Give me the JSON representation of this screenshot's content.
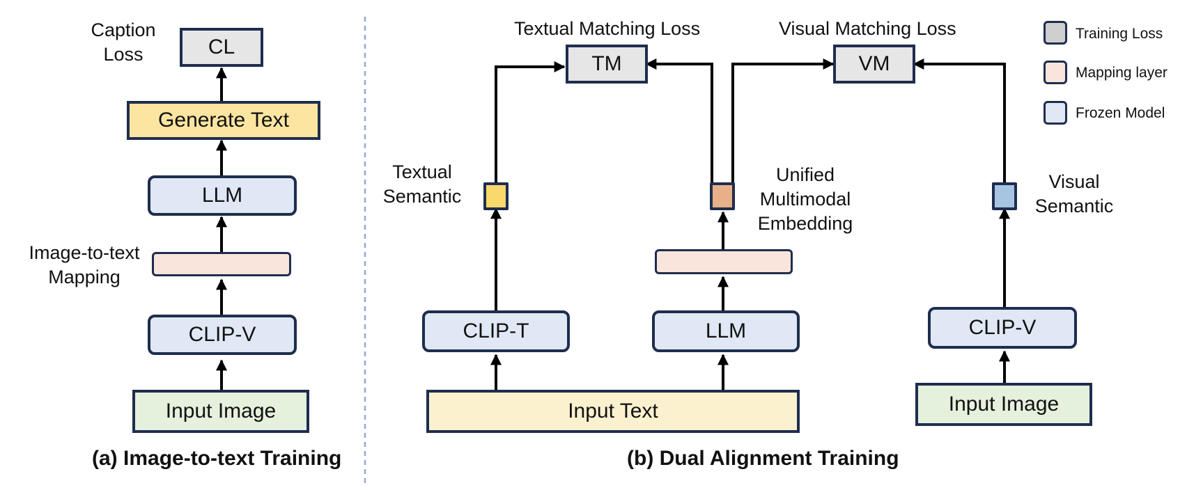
{
  "panel_a": {
    "caption_loss_label": "Caption\nLoss",
    "cl_box": "CL",
    "generate_text_box": "Generate Text",
    "llm_box": "LLM",
    "mapping_label": "Image-to-text\nMapping",
    "clip_v_box": "CLIP-V",
    "input_image_box": "Input Image",
    "title": "(a) Image-to-text Training"
  },
  "panel_b": {
    "textual_matching_loss_label": "Textual Matching Loss",
    "tm_box": "TM",
    "visual_matching_loss_label": "Visual Matching Loss",
    "vm_box": "VM",
    "textual_semantic_label": "Textual\nSemantic",
    "unified_embedding_label": "Unified\nMultimodal\nEmbedding",
    "visual_semantic_label": "Visual\nSemantic",
    "clip_t_box": "CLIP-T",
    "llm_box": "LLM",
    "clip_v_box": "CLIP-V",
    "input_text_box": "Input Text",
    "input_image_box": "Input Image",
    "title": "(b) Dual Alignment Training"
  },
  "legend": {
    "items": [
      {
        "label": "Training Loss",
        "color": "#cfcfcf"
      },
      {
        "label": "Mapping layer",
        "color": "#f9e5dc"
      },
      {
        "label": "Frozen Model",
        "color": "#dfe8f4"
      }
    ]
  },
  "colors": {
    "border": "#1f2d4e",
    "textual_semantic": "#fad96c",
    "unified_embedding": "#e8b088",
    "visual_semantic": "#a7c4e3",
    "divider": "#8fa9d8"
  }
}
